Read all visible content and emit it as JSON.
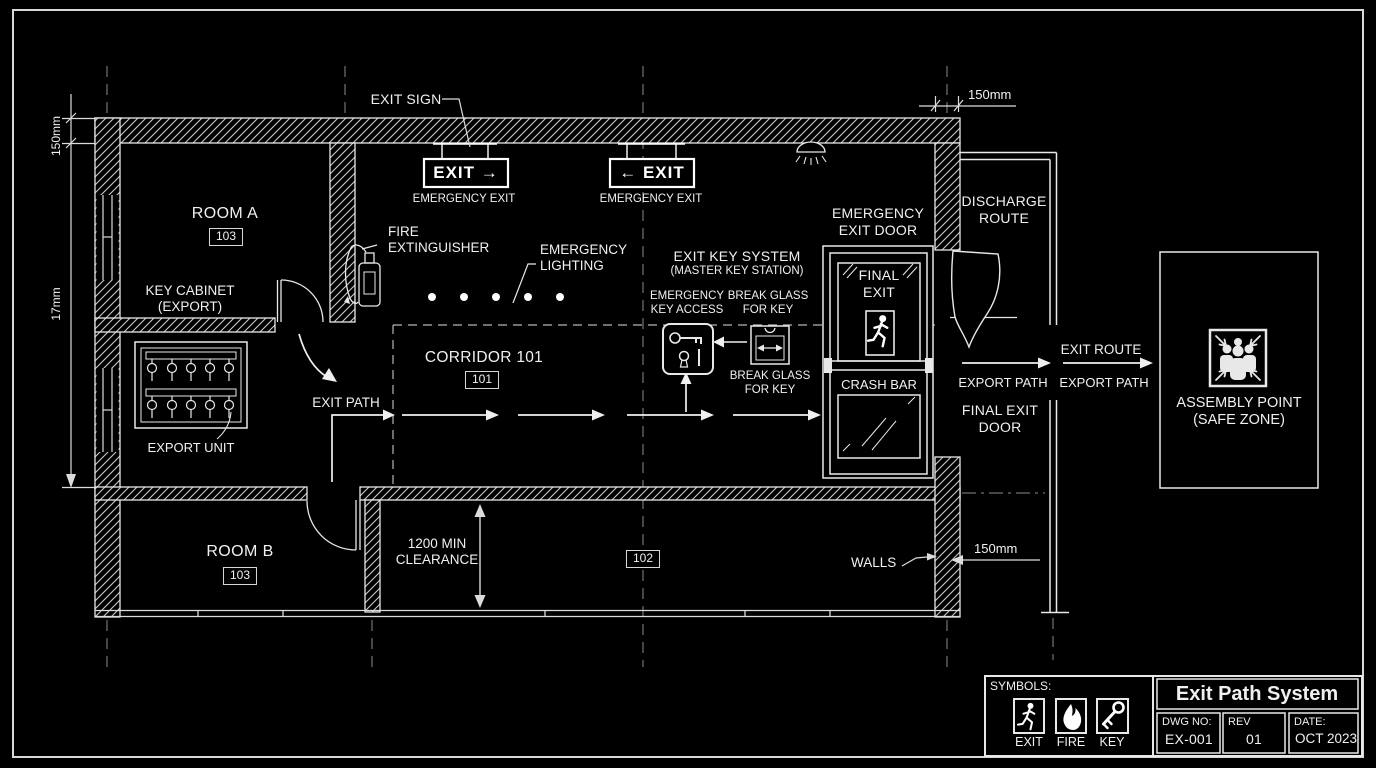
{
  "plan": {
    "exit_sign_label": "EXIT SIGN",
    "room_a": {
      "name": "ROOM A",
      "number": "103"
    },
    "key_cabinet_label": "KEY CABINET\n(EXPORT)",
    "export_unit_label": "EXPORT UNIT",
    "fire_extinguisher_label": "FIRE\nEXTINGUISHER",
    "emergency_lighting_label": "EMERGENCY\nLIGHTING",
    "corridor": {
      "name": "CORRIDOR 101",
      "number": "101"
    },
    "exit_path_label": "EXIT PATH",
    "room_b": {
      "name": "ROOM B",
      "number": "103"
    },
    "clearance_label": "1200 MIN\nCLEARANCE",
    "area_number": "102",
    "walls_label": "WALLS"
  },
  "exit_signs": {
    "sign_right_text": "EXIT →",
    "sign_left_text": "← EXIT",
    "caption": "EMERGENCY EXIT"
  },
  "key_system": {
    "title": "EXIT KEY SYSTEM",
    "subtitle": "(MASTER KEY STATION)",
    "key_access_label": "EMERGENCY\nKEY ACCESS",
    "break_glass_label_top": "BREAK GLASS\nFOR KEY",
    "break_glass_label_bottom": "BREAK GLASS\nFOR KEY"
  },
  "exit_door": {
    "label": "EMERGENCY\nEXIT DOOR",
    "final_exit_label": "FINAL\nEXIT",
    "crash_bar_label": "CRASH BAR"
  },
  "egress": {
    "discharge_route_label": "DISCHARGE\nROUTE",
    "export_path_label_1": "EXPORT PATH",
    "exit_route_label": "EXIT ROUTE",
    "export_path_label_2": "EXPORT PATH",
    "final_exit_door_label": "FINAL EXIT\nDOOR",
    "assembly_point_label": "ASSEMBLY POINT\n(SAFE ZONE)"
  },
  "dimensions": {
    "top_left": "150mm",
    "left": "17mm",
    "top_right": "150mm",
    "wall": "150mm"
  },
  "title_block": {
    "symbols_label": "SYMBOLS:",
    "symbols": [
      {
        "label": "EXIT"
      },
      {
        "label": "FIRE"
      },
      {
        "label": "KEY"
      }
    ],
    "title": "Exit Path System",
    "dwg_no_label": "DWG NO:",
    "dwg_no": "EX-001",
    "rev_label": "REV",
    "rev": "01",
    "date_label": "DATE:",
    "date": "OCT 2023"
  },
  "colors": {
    "background": "#000000",
    "line": "#e8e8e8",
    "text": "#f0f0f0",
    "grid": "#8a8a8a"
  }
}
